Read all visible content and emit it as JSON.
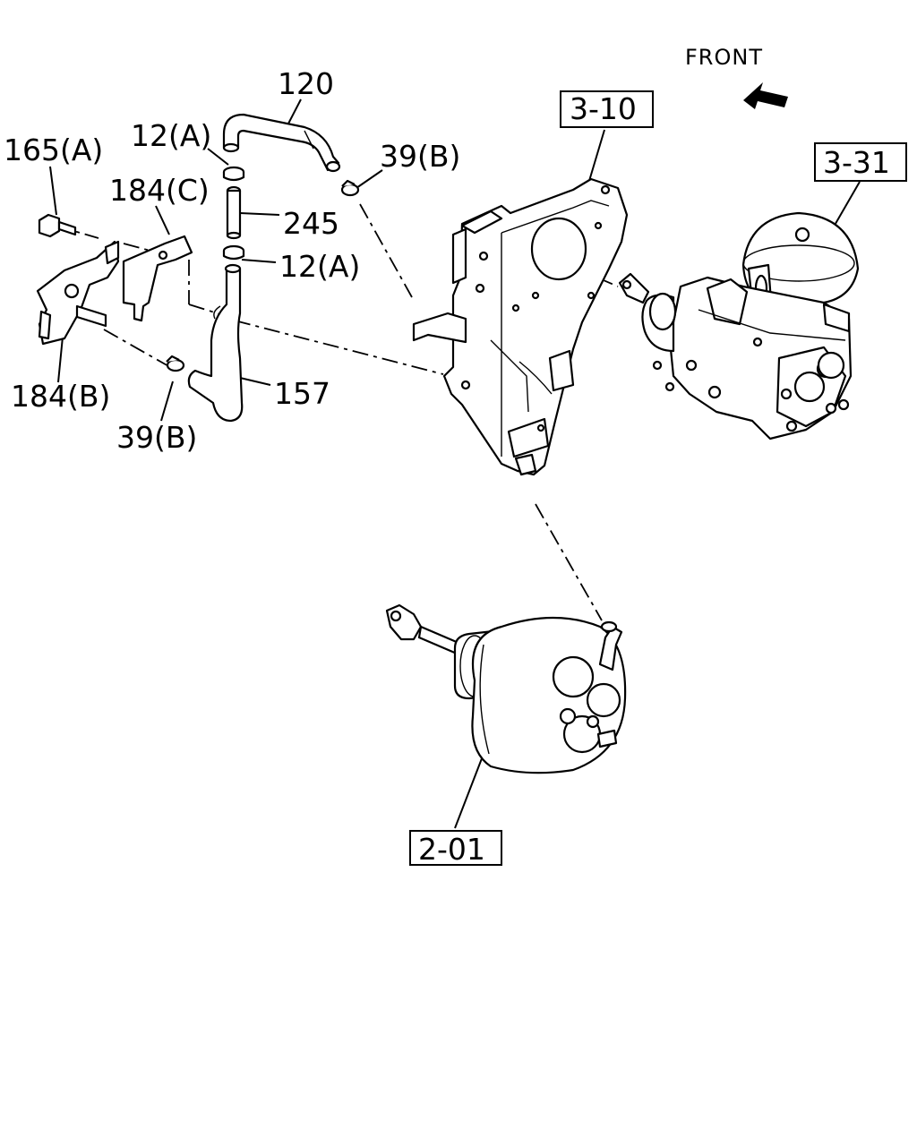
{
  "front_indicator": {
    "label": "FRONT"
  },
  "callouts": {
    "hose_upper": "120",
    "clip_upper": "12(A)",
    "bolt": "165(A)",
    "bracket_c": "184(C)",
    "pipe": "245",
    "clip_lower": "12(A)",
    "clamp_right": "39(B)",
    "bracket_b": "184(B)",
    "hose_lower": "157",
    "clamp_lower": "39(B)"
  },
  "reference_boxes": {
    "pedal_bracket": "3-10",
    "hydraulic_unit": "3-31",
    "brake_booster": "2-01"
  }
}
